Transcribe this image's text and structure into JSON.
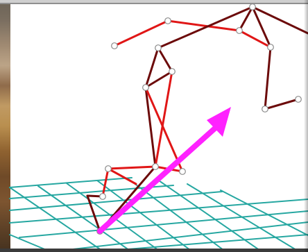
{
  "colors": {
    "background": "#ffffff",
    "grid": "#26a7a1",
    "limb_light": "#e01616",
    "limb_dark": "#6c0a0a",
    "joint_fill": "#ffffff",
    "joint_stroke": "#8a8a8a",
    "arrow": "#ff22ff",
    "left_edge_photo": "#a07a4f"
  },
  "icons": {
    "skeleton": "stick-figure-skeleton",
    "joint": "joint-dot",
    "arrow": "direction-arrow",
    "ground": "ground-grid"
  }
}
